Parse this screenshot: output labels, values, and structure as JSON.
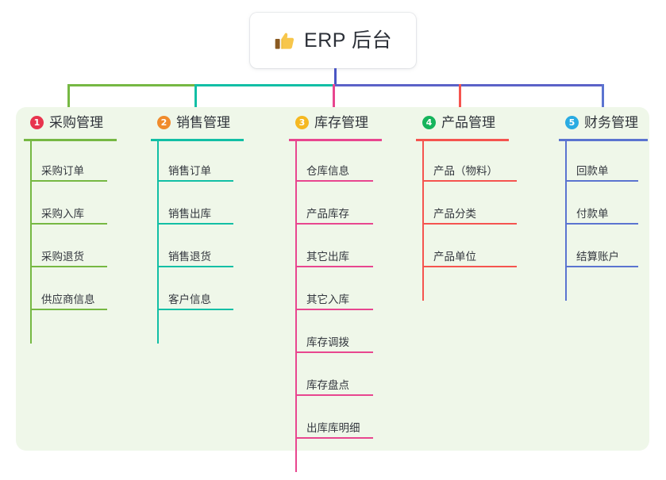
{
  "diagram": {
    "type": "mindmap",
    "root": {
      "label": "ERP 后台",
      "icon": "thumbs-up-icon"
    },
    "panel_color": "#eff7e9",
    "columns": [
      {
        "index": "1",
        "title": "采购管理",
        "badge_color": "#e8344e",
        "line_color": "#76b843",
        "items": [
          "采购订单",
          "采购入库",
          "采购退货",
          "供应商信息"
        ]
      },
      {
        "index": "2",
        "title": "销售管理",
        "badge_color": "#f08b2c",
        "line_color": "#12bfa5",
        "items": [
          "销售订单",
          "销售出库",
          "销售退货",
          "客户信息"
        ]
      },
      {
        "index": "3",
        "title": "库存管理",
        "badge_color": "#f5b820",
        "line_color": "#e8468f",
        "items": [
          "仓库信息",
          "产品库存",
          "其它出库",
          "其它入库",
          "库存调拨",
          "库存盘点",
          "出库库明细"
        ]
      },
      {
        "index": "4",
        "title": "产品管理",
        "badge_color": "#16b45c",
        "line_color": "#f5544f",
        "items": [
          "产品（物料）",
          "产品分类",
          "产品单位"
        ]
      },
      {
        "index": "5",
        "title": "财务管理",
        "badge_color": "#29abe2",
        "line_color": "#5b74d0",
        "items": [
          "回款单",
          "付款单",
          "结算账户"
        ]
      }
    ]
  }
}
